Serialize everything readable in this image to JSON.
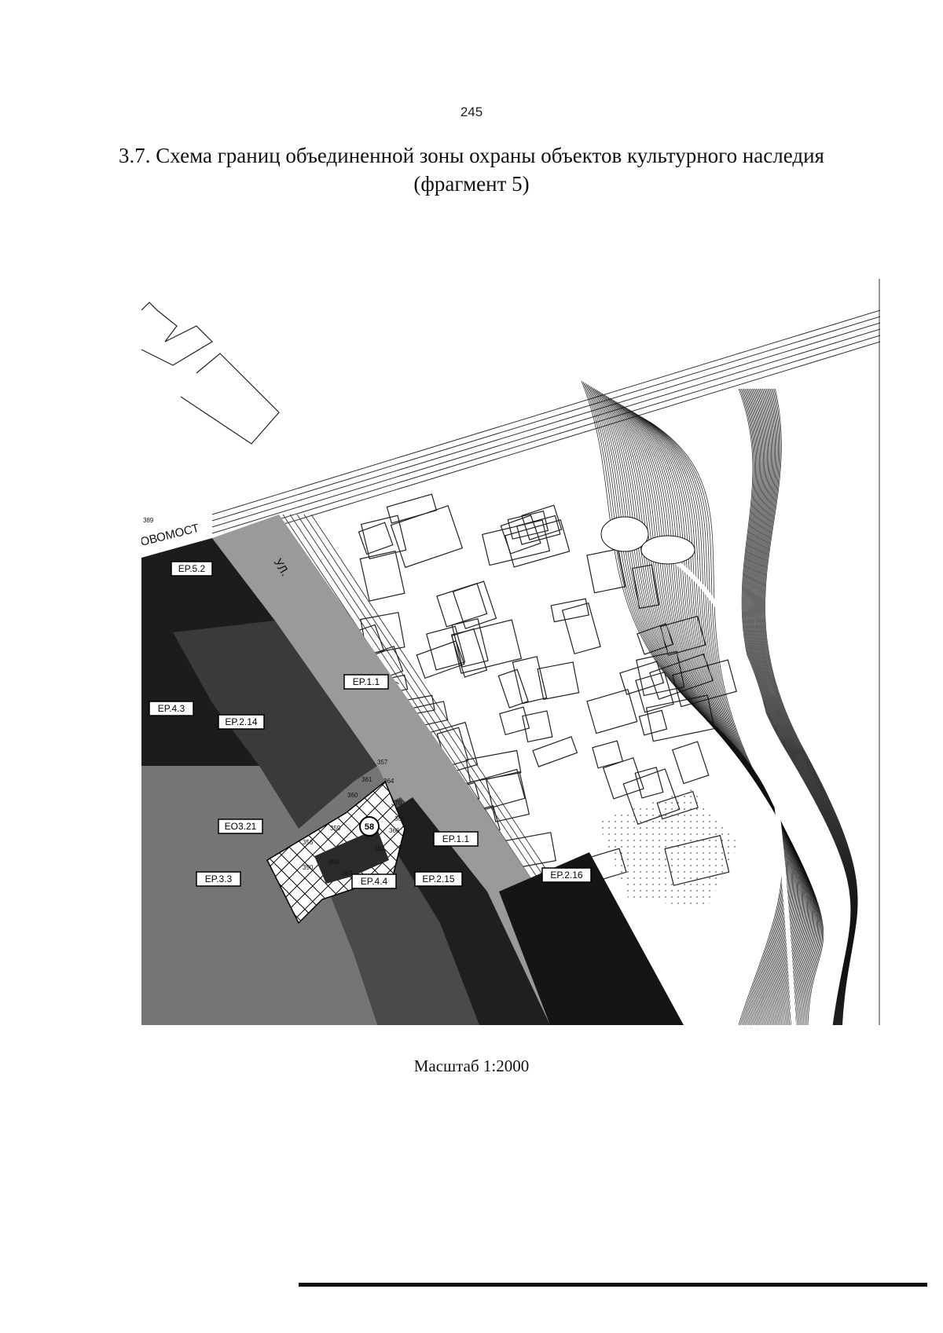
{
  "page": {
    "number": "245",
    "title": "3.7. Схема границ объединенной зоны охраны объектов культурного наследия (фрагмент 5)",
    "scale": "Масштаб 1:2000"
  },
  "map": {
    "zones": [
      {
        "id": "ep52",
        "label": "EP.5.2"
      },
      {
        "id": "ep43",
        "label": "EP.4.3"
      },
      {
        "id": "ep214",
        "label": "EP.2.14"
      },
      {
        "id": "ep11a",
        "label": "EP.1.1"
      },
      {
        "id": "eo321",
        "label": "EO3.21"
      },
      {
        "id": "ep33",
        "label": "EP.3.3"
      },
      {
        "id": "ep44",
        "label": "EP.4.4"
      },
      {
        "id": "ep215",
        "label": "EP.2.15"
      },
      {
        "id": "ep11b",
        "label": "EP.1.1"
      },
      {
        "id": "ep216",
        "label": "EP.2.16"
      }
    ],
    "object_marker": "58",
    "street_labels": {
      "novomost": "ОВОМОСТ",
      "ul": "УЛ."
    },
    "point_numbers": [
      "389",
      "356",
      "359",
      "360",
      "370",
      "350",
      "357",
      "364",
      "362",
      "366",
      "367",
      "358",
      "365",
      "361"
    ],
    "colors": {
      "dark_zone": "#1a1a1a",
      "grey_zone": "#6e6e6e",
      "mid_zone": "#3d3d3d",
      "light_strip": "#a9a9a9",
      "line": "#222222"
    }
  }
}
